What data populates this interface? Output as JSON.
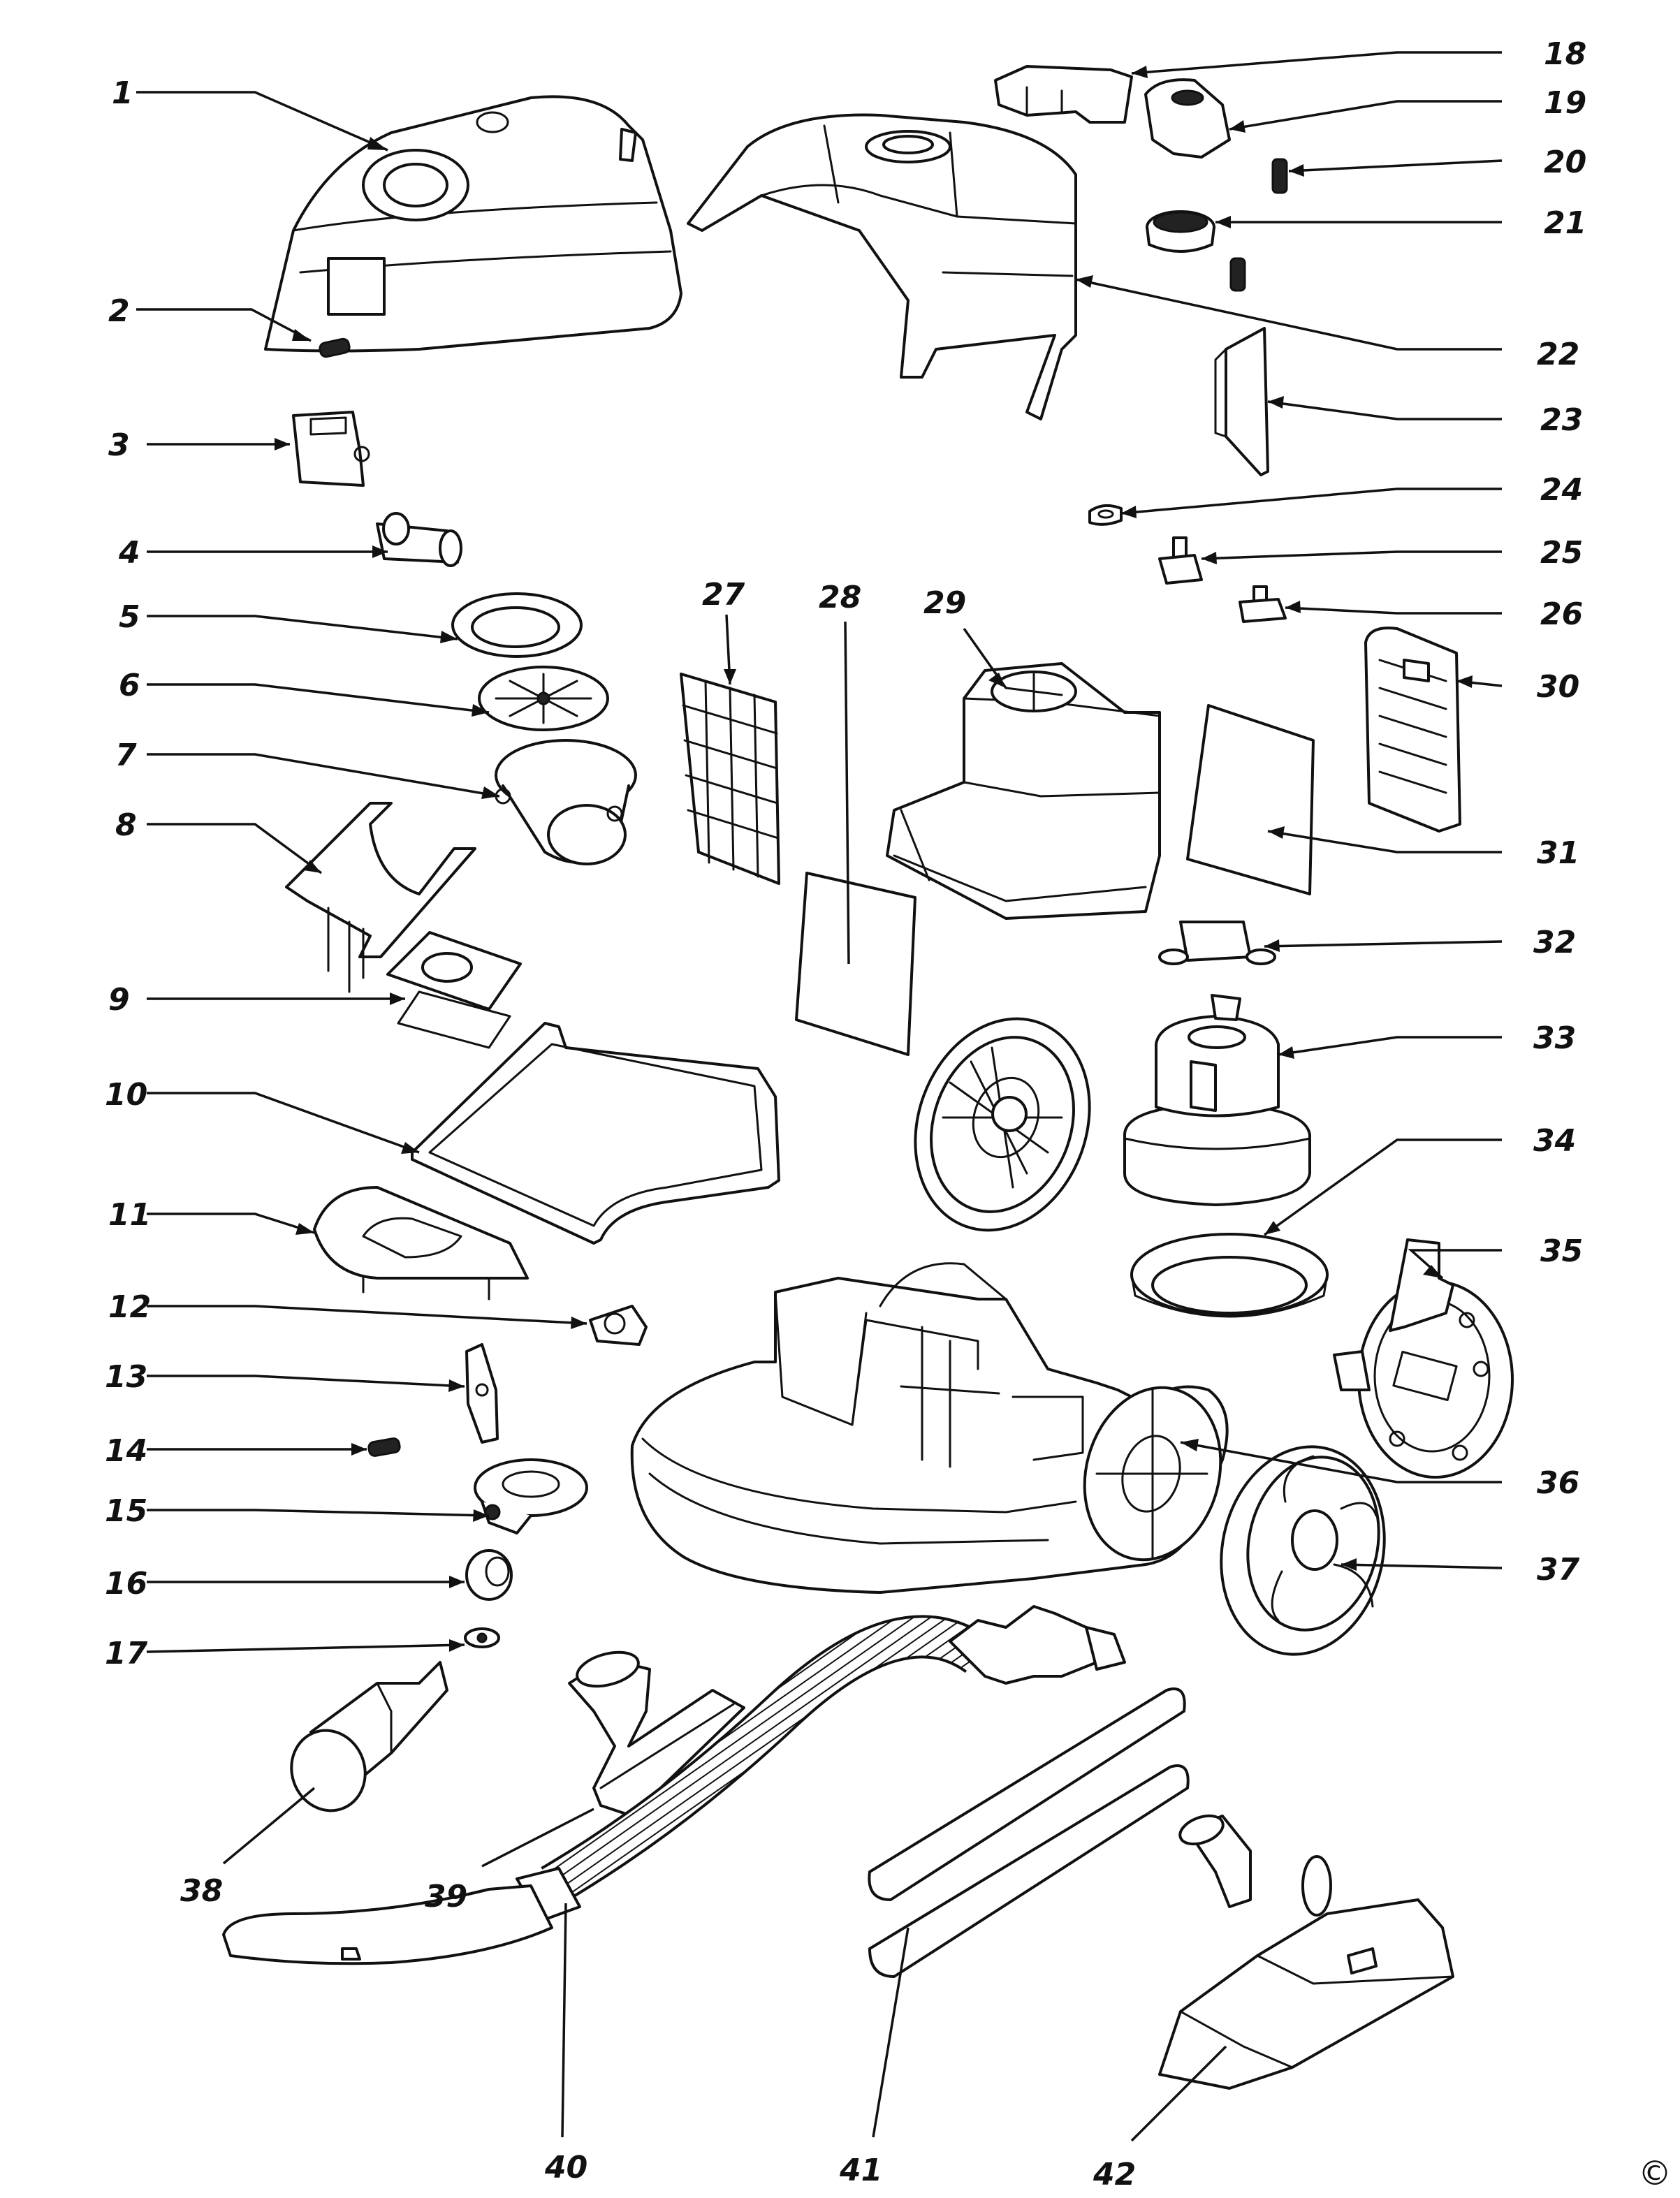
{
  "labels": {
    "p1": "1",
    "p2": "2",
    "p3": "3",
    "p4": "4",
    "p5": "5",
    "p6": "6",
    "p7": "7",
    "p8": "8",
    "p9": "9",
    "p10": "10",
    "p11": "11",
    "p12": "12",
    "p13": "13",
    "p14": "14",
    "p15": "15",
    "p16": "16",
    "p17": "17",
    "p18": "18",
    "p19": "19",
    "p20": "20",
    "p21": "21",
    "p22": "22",
    "p23": "23",
    "p24": "24",
    "p25": "25",
    "p26": "26",
    "p27": "27",
    "p28": "28",
    "p29": "29",
    "p30": "30",
    "p31": "31",
    "p32": "32",
    "p33": "33",
    "p34": "34",
    "p35": "35",
    "p36": "36",
    "p37": "37",
    "p38": "38",
    "p39": "39",
    "p40": "40",
    "p41": "41",
    "p42": "42"
  },
  "copyright_symbol": "©"
}
